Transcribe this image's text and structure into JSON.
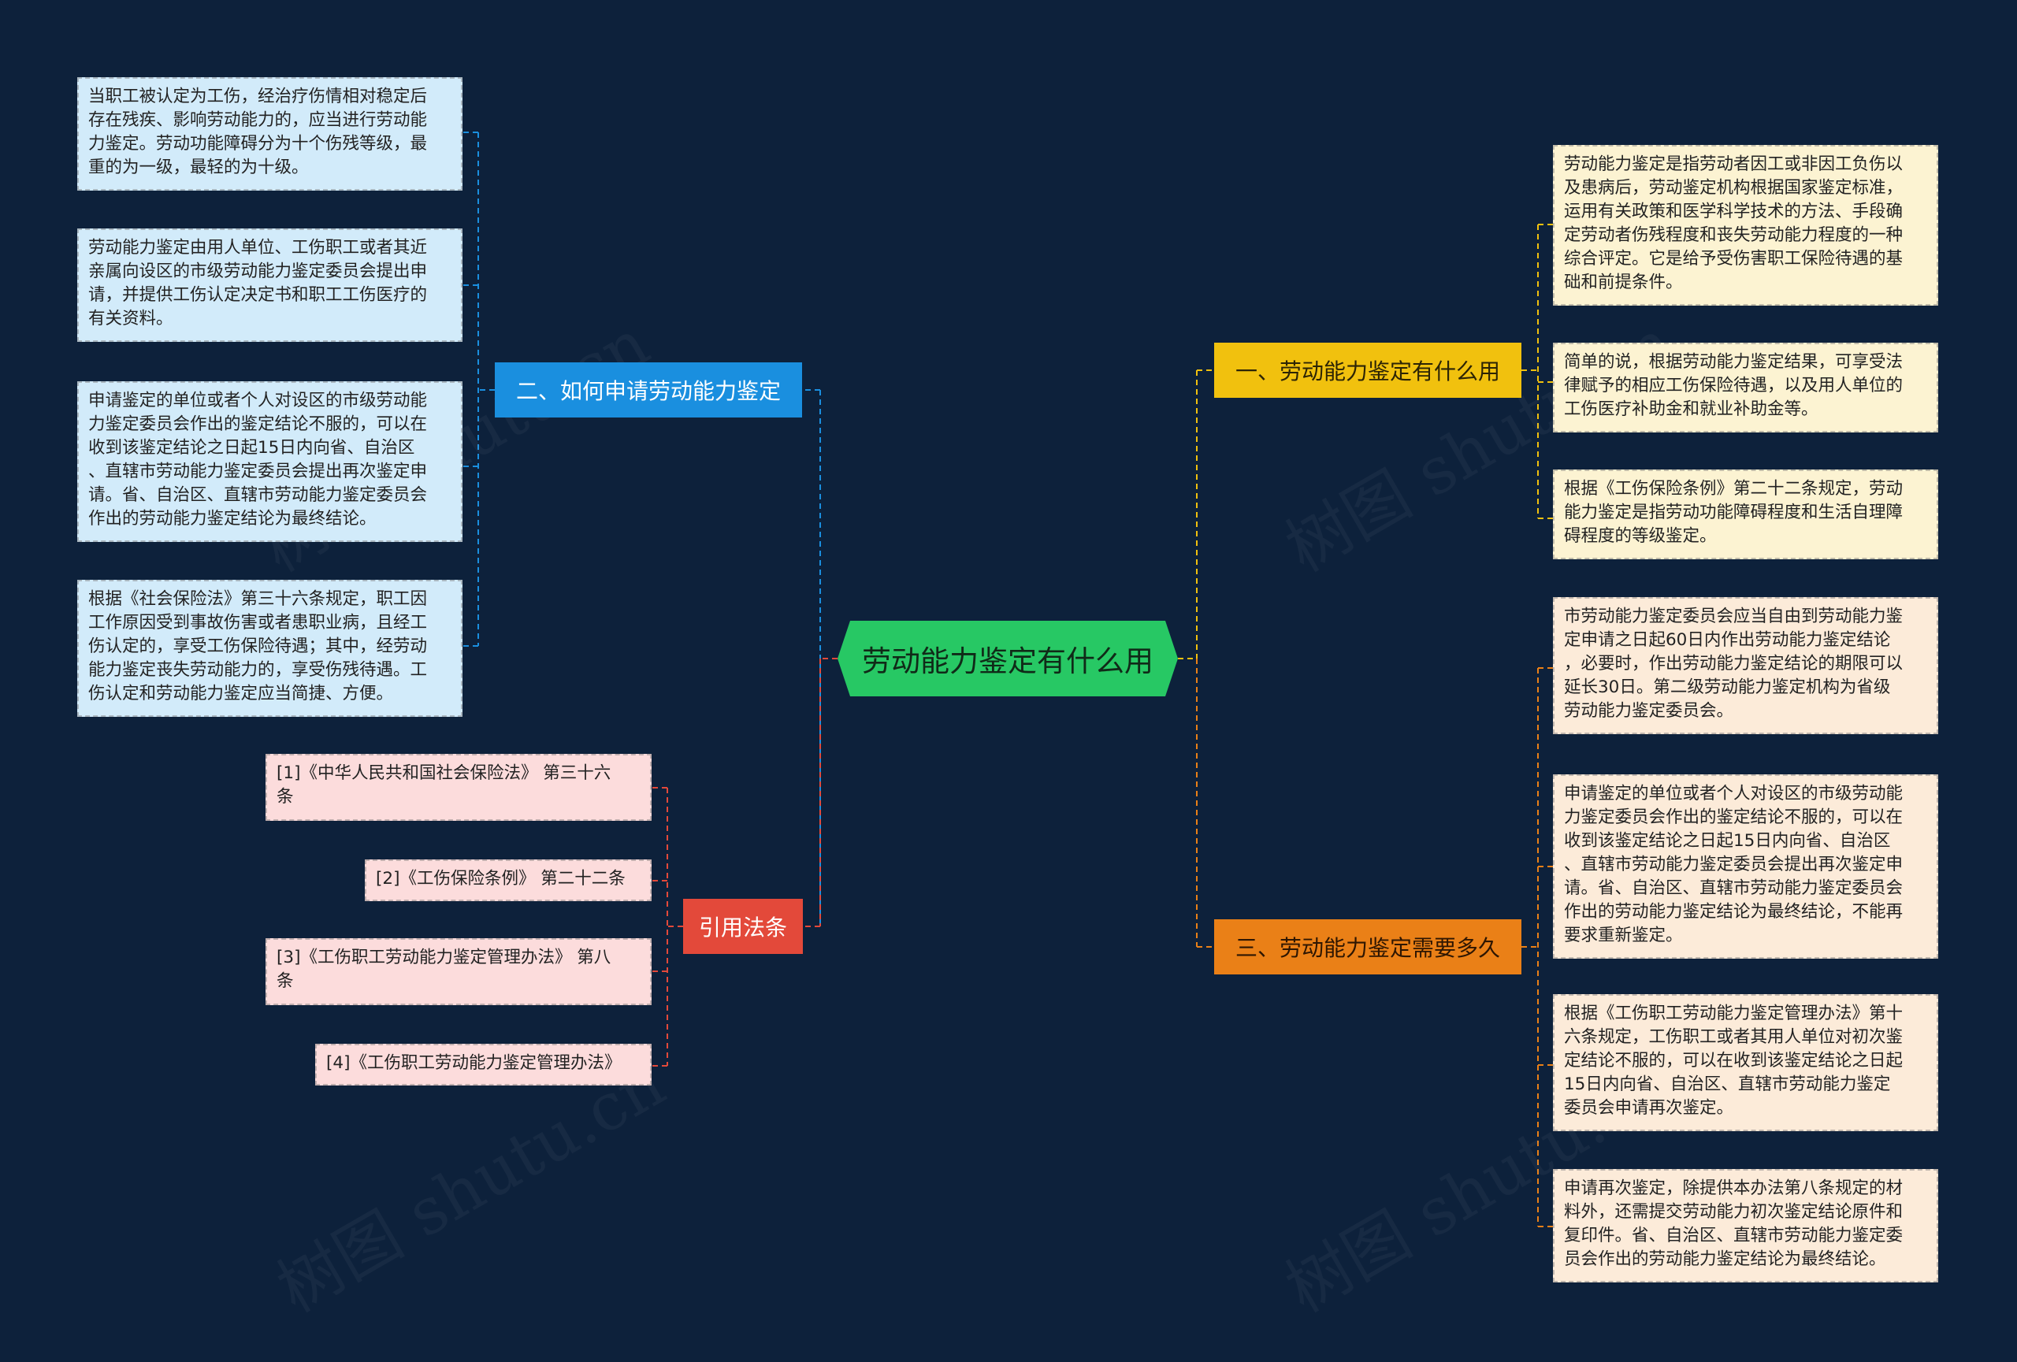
{
  "colors": {
    "background": "#0d213b",
    "center": "#27c864",
    "branch_blue": "#1a8fdf",
    "branch_yellow": "#f1c10e",
    "branch_orange": "#ea8017",
    "branch_red": "#e3493a",
    "leaf_blue": "#d2ebfa",
    "leaf_yellow": "#fcf3d2",
    "leaf_orange": "#fcebd9",
    "leaf_pink": "#fcdcdc"
  },
  "center": {
    "label": "劳动能力鉴定有什么用"
  },
  "branches": {
    "how_to_apply": {
      "label": "二、如何申请劳动能力鉴定",
      "leaves": [
        "当职工被认定为工伤，经治疗伤情相对稳定后\n存在残疾、影响劳动能力的，应当进行劳动能\n力鉴定。劳动功能障碍分为十个伤残等级，最\n重的为一级，最轻的为十级。",
        "劳动能力鉴定由用人单位、工伤职工或者其近\n亲属向设区的市级劳动能力鉴定委员会提出申\n请，并提供工伤认定决定书和职工工伤医疗的\n有关资料。",
        "申请鉴定的单位或者个人对设区的市级劳动能\n力鉴定委员会作出的鉴定结论不服的，可以在\n收到该鉴定结论之日起15日内向省、自治区\n、直辖市劳动能力鉴定委员会提出再次鉴定申\n请。省、自治区、直辖市劳动能力鉴定委员会\n作出的劳动能力鉴定结论为最终结论。",
        "根据《社会保险法》第三十六条规定，职工因\n工作原因受到事故伤害或者患职业病，且经工\n伤认定的，享受工伤保险待遇；其中，经劳动\n能力鉴定丧失劳动能力的，享受伤残待遇。工\n伤认定和劳动能力鉴定应当简捷、方便。"
      ]
    },
    "what_use": {
      "label": "一、劳动能力鉴定有什么用",
      "leaves": [
        "劳动能力鉴定是指劳动者因工或非因工负伤以\n及患病后，劳动鉴定机构根据国家鉴定标准，\n运用有关政策和医学科学技术的方法、手段确\n定劳动者伤残程度和丧失劳动能力程度的一种\n综合评定。它是给予受伤害职工保险待遇的基\n础和前提条件。",
        "简单的说，根据劳动能力鉴定结果，可享受法\n律赋予的相应工伤保险待遇，以及用人单位的\n工伤医疗补助金和就业补助金等。",
        "根据《工伤保险条例》第二十二条规定，劳动\n能力鉴定是指劳动功能障碍程度和生活自理障\n碍程度的等级鉴定。"
      ]
    },
    "how_long": {
      "label": "三、劳动能力鉴定需要多久",
      "leaves": [
        "市劳动能力鉴定委员会应当自由到劳动能力鉴\n定申请之日起60日内作出劳动能力鉴定结论\n，必要时，作出劳动能力鉴定结论的期限可以\n延长30日。第二级劳动能力鉴定机构为省级\n劳动能力鉴定委员会。",
        "申请鉴定的单位或者个人对设区的市级劳动能\n力鉴定委员会作出的鉴定结论不服的，可以在\n收到该鉴定结论之日起15日内向省、自治区\n、直辖市劳动能力鉴定委员会提出再次鉴定申\n请。省、自治区、直辖市劳动能力鉴定委员会\n作出的劳动能力鉴定结论为最终结论，不能再\n要求重新鉴定。",
        "根据《工伤职工劳动能力鉴定管理办法》第十\n六条规定，工伤职工或者其用人单位对初次鉴\n定结论不服的，可以在收到该鉴定结论之日起\n15日内向省、自治区、直辖市劳动能力鉴定\n委员会申请再次鉴定。",
        "申请再次鉴定，除提供本办法第八条规定的材\n料外，还需提交劳动能力初次鉴定结论原件和\n复印件。省、自治区、直辖市劳动能力鉴定委\n员会作出的劳动能力鉴定结论为最终结论。"
      ]
    },
    "citations": {
      "label": "引用法条",
      "leaves": [
        "[1]《中华人民共和国社会保险法》 第三十六\n条",
        "[2]《工伤保险条例》 第二十二条",
        "[3]《工伤职工劳动能力鉴定管理办法》 第八\n条",
        "[4]《工伤职工劳动能力鉴定管理办法》"
      ]
    }
  },
  "watermark": "树图 shutu.cn"
}
